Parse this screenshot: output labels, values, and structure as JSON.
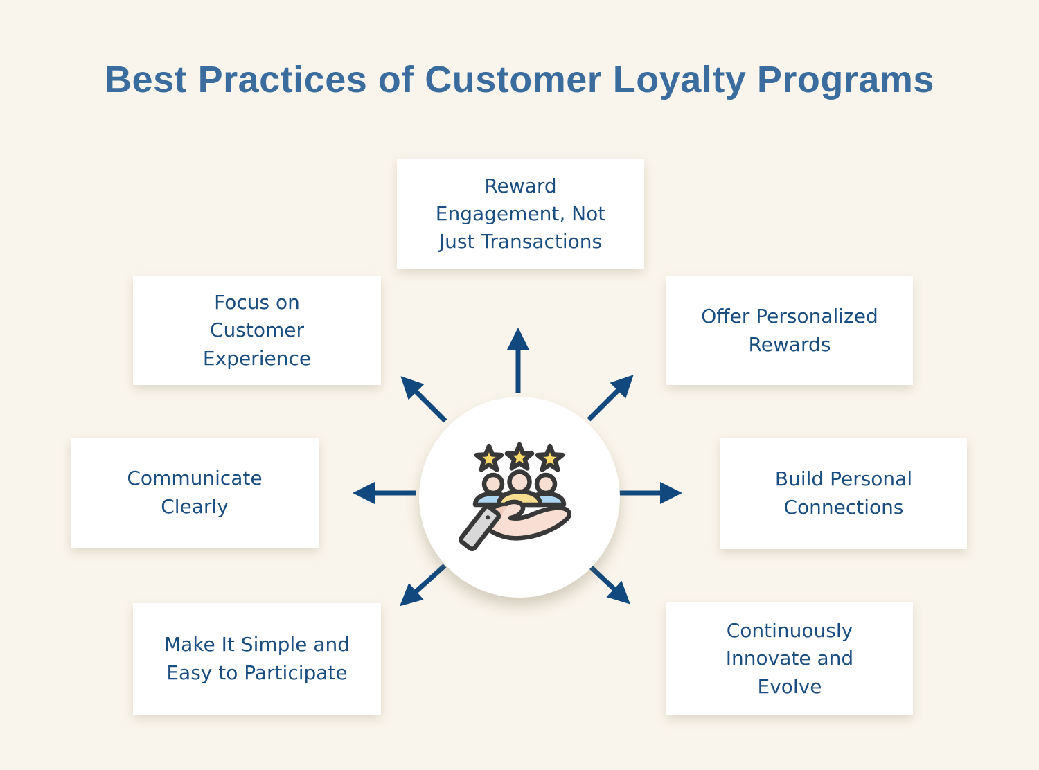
{
  "title": "Best Practices of Customer Loyalty Programs",
  "center": {
    "icon": "hand-holding-customers-with-stars"
  },
  "nodes": [
    {
      "id": "reward-engagement",
      "position": "top",
      "label": "Reward\nEngagement, Not\nJust Transactions"
    },
    {
      "id": "focus-customer-experience",
      "position": "upper-left",
      "label": "Focus on\nCustomer\nExperience"
    },
    {
      "id": "offer-personalized-rewards",
      "position": "upper-right",
      "label": "Offer Personalized\nRewards"
    },
    {
      "id": "communicate-clearly",
      "position": "middle-left",
      "label": "Communicate\nClearly"
    },
    {
      "id": "build-personal-connections",
      "position": "middle-right",
      "label": "Build Personal\nConnections"
    },
    {
      "id": "make-it-simple",
      "position": "bottom-left",
      "label": "Make It Simple and\nEasy to Participate"
    },
    {
      "id": "continuously-innovate",
      "position": "bottom-right",
      "label": "Continuously\nInnovate and\nEvolve"
    }
  ],
  "colors": {
    "background": "#FAF5EC",
    "title_text": "#3A6D9E",
    "node_text": "#1A4D80",
    "node_background": "#FFFFFF",
    "arrow": "#11497E",
    "star_yellow": "#F7D969",
    "skin_peach": "#F7DED3",
    "body_blue": "#AED6F2",
    "body_yellow": "#F9DD90",
    "hand_peach": "#F9DFD3",
    "cuff_gray": "#D8D8D8",
    "icon_outline": "#383838"
  }
}
